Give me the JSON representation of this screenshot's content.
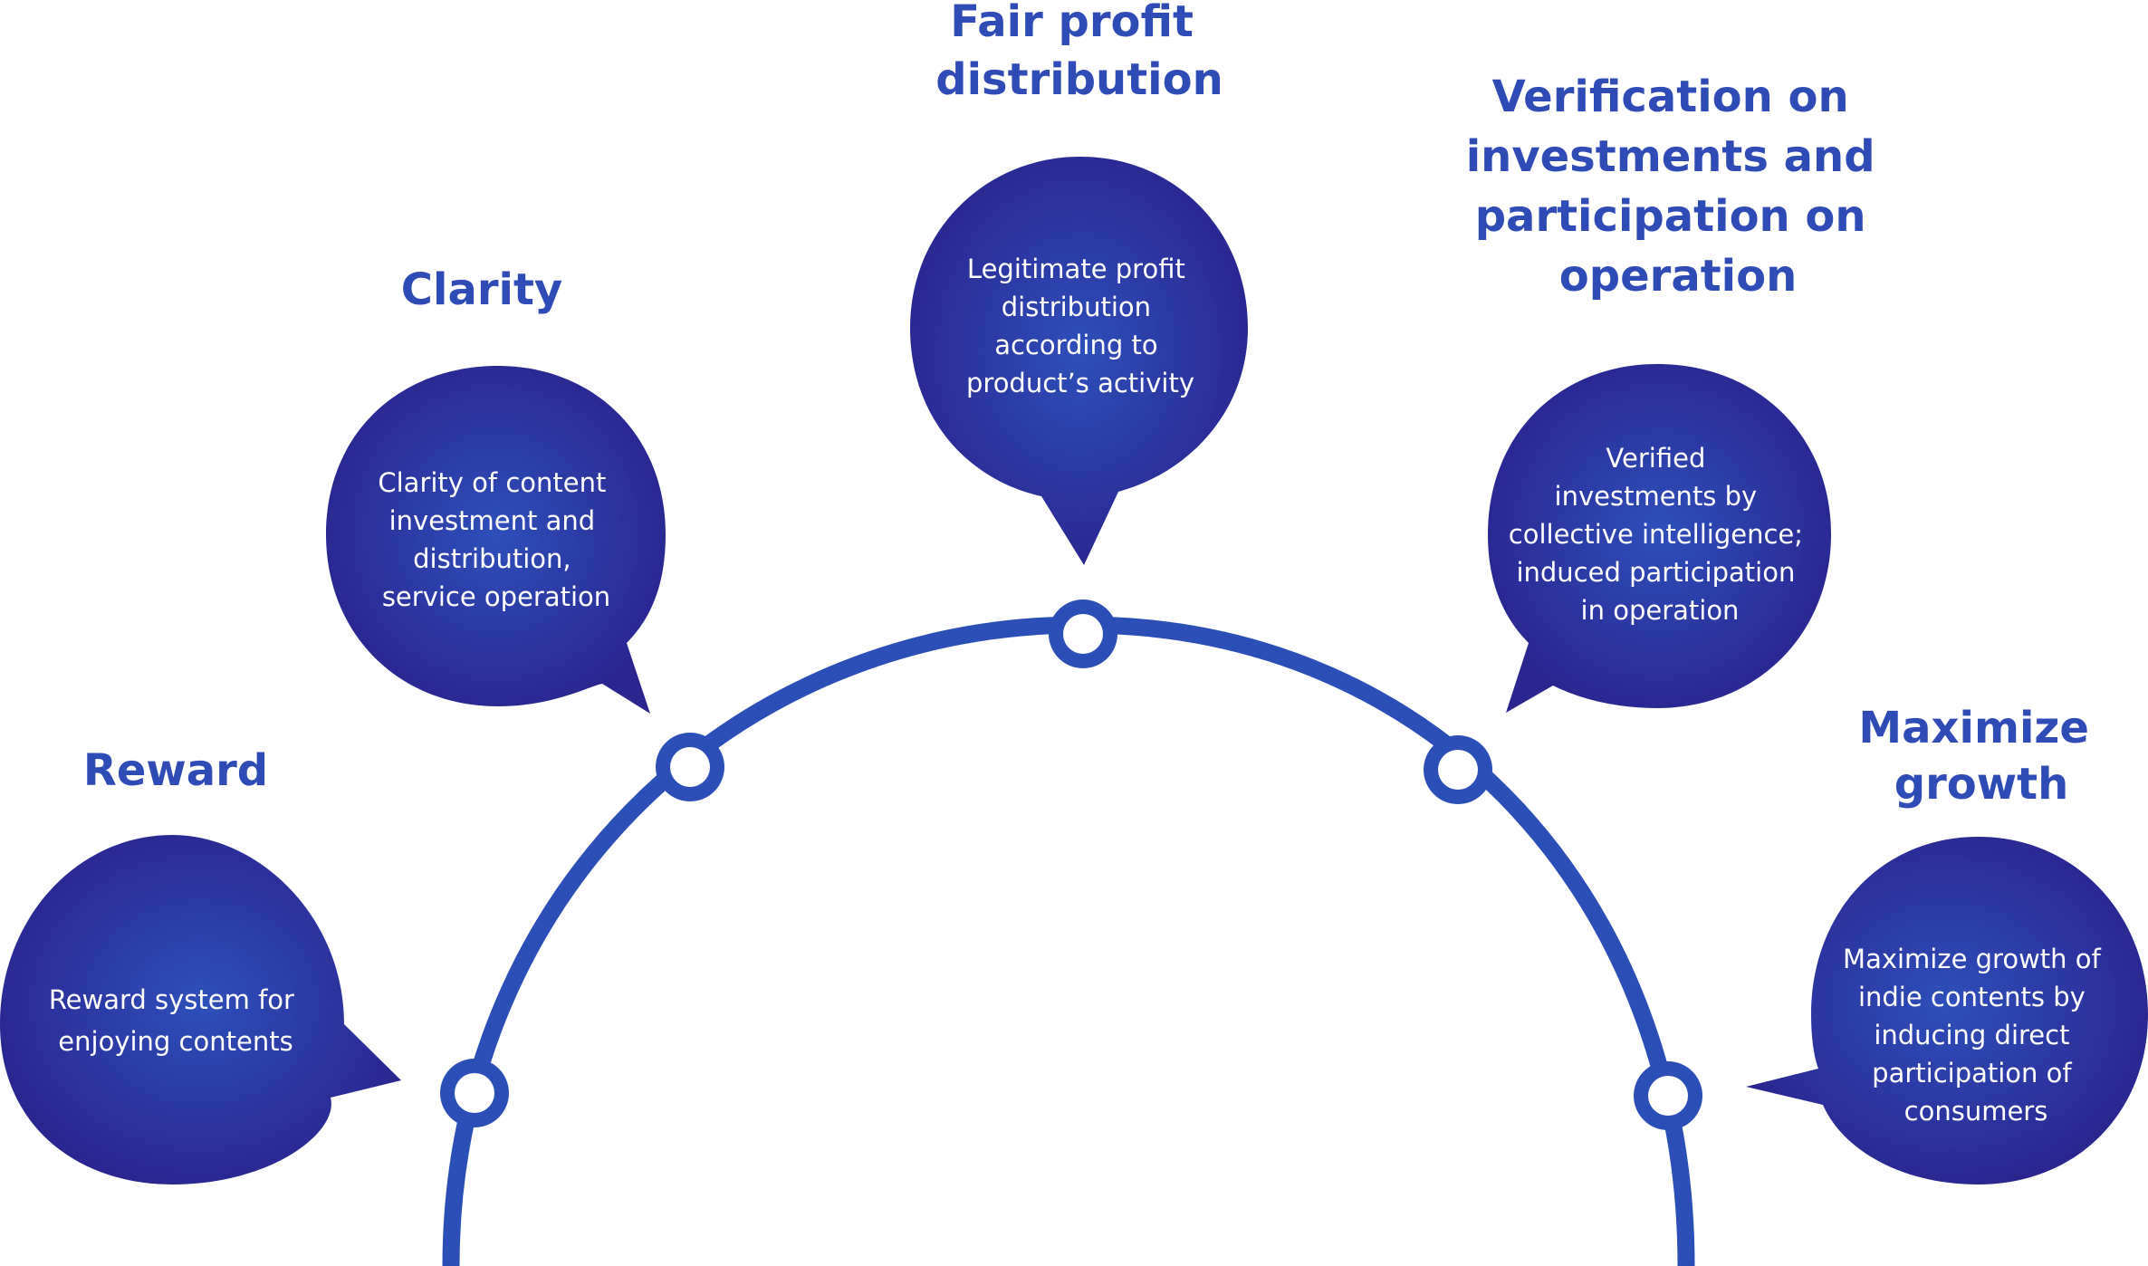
{
  "colors": {
    "arc": "#2b4fb7",
    "title": "#2f4bb6",
    "bubble_center": "#2e4fba",
    "bubble_edge": "#2a258f",
    "bubble_text": "#ffffff"
  },
  "steps": [
    {
      "id": "reward",
      "title_lines": [
        "Reward"
      ],
      "body_lines": [
        "Reward system for",
        "enjoying contents"
      ]
    },
    {
      "id": "clarity",
      "title_lines": [
        "Clarity"
      ],
      "body_lines": [
        "Clarity of content",
        "investment and",
        "distribution,",
        "service operation"
      ]
    },
    {
      "id": "fair-profit-distribution",
      "title_lines": [
        "Fair profit",
        "distribution"
      ],
      "body_lines": [
        "Legitimate profit",
        "distribution",
        "according to",
        "product’s activity"
      ]
    },
    {
      "id": "verification",
      "title_lines": [
        "Verification on",
        "investments and",
        "participation on",
        "operation"
      ],
      "body_lines": [
        "Verified",
        "investments by",
        "collective intelligence;",
        "induced participation",
        "in operation"
      ]
    },
    {
      "id": "maximize-growth",
      "title_lines": [
        "Maximize",
        "growth"
      ],
      "body_lines": [
        "Maximize growth of",
        "indie contents by",
        "inducing direct",
        "participation of",
        "consumers"
      ]
    }
  ]
}
